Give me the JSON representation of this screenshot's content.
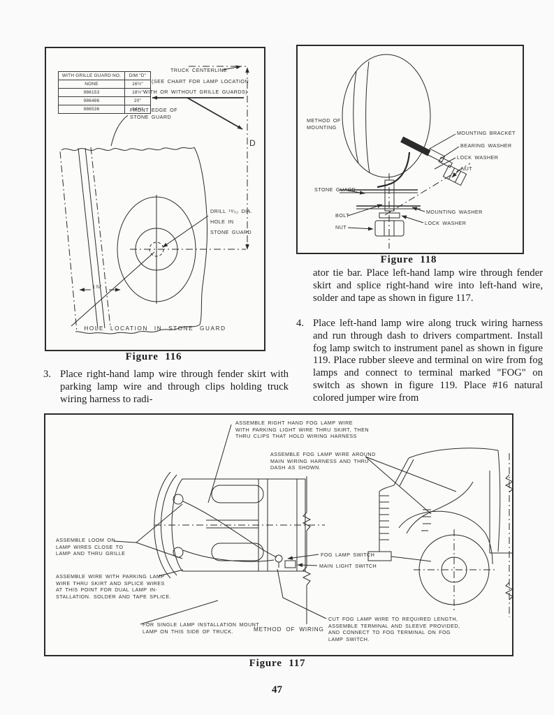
{
  "page": {
    "number": "47"
  },
  "body": {
    "item3": {
      "num": "3.",
      "text": "Place right-hand lamp wire through fender skirt with parking lamp wire and through clips holding truck wiring harness to radi-"
    },
    "cont": {
      "text": "ator tie bar. Place left-hand lamp wire through fender skirt and splice right-hand wire into left-hand wire, solder and tape as shown in figure 117."
    },
    "item4": {
      "num": "4.",
      "text": "Place left-hand lamp wire along truck wiring harness and run through dash to drivers compartment. Install fog lamp switch to instrument panel as shown in figure 119. Place rubber sleeve and terminal on wire from fog lamps and connect to terminal marked \"FOG\" on switch as shown in figure 119. Place #16 natural colored jumper wire from"
    }
  },
  "fig116": {
    "caption": "Figure 116",
    "inner_caption": "HOLE LOCATION IN STONE GUARD",
    "table": {
      "headers": [
        "WITH GRILLE GUARD NO.",
        "DIM \"D\""
      ],
      "rows": [
        [
          "NONE",
          "16½\""
        ],
        [
          "986153",
          "18½\""
        ],
        [
          "986486",
          "20\""
        ],
        [
          "986536",
          "14¾\""
        ]
      ]
    },
    "labels": {
      "truck_centerline": "TRUCK CENTERLINE",
      "see_chart_1": "(SEE CHART FOR LAMP LOCATION",
      "see_chart_2": "WITH OR WITHOUT GRILLE GUARDS)",
      "front_edge": [
        "FRONT EDGE OF",
        "STONE GUARD"
      ],
      "drill": [
        "DRILL ¹³⁄₃₂ DIA.",
        "HOLE IN",
        "STONE GUARD"
      ],
      "dim_d": "D",
      "dim_width": "1⅞\""
    }
  },
  "fig118": {
    "caption": "Figure 118",
    "labels": {
      "method": [
        "METHOD OF",
        "MOUNTING"
      ],
      "mounting_bracket": "MOUNTING BRACKET",
      "bearing_washer": "BEARING WASHER",
      "lock_washer_upper": "LOCK WASHER",
      "nut_upper": "NUT",
      "stone_guard": "STONE GUARD",
      "bolt": "BOLT",
      "nut_lower": "NUT",
      "mounting_washer": "MOUNTING WASHER",
      "lock_washer_lower": "LOCK WASHER"
    }
  },
  "fig117": {
    "caption": "Figure 117",
    "labels": {
      "right_hand_wire": [
        "ASSEMBLE RIGHT HAND FOG LAMP WIRE",
        "WITH PARKING LIGHT WIRE THRU SKIRT, THEN",
        "THRU CLIPS THAT HOLD WIRING HARNESS"
      ],
      "around_harness": [
        "ASSEMBLE FOG LAMP WIRE AROUND",
        "MAIN WIRING HARNESS AND THRU",
        "DASH AS SHOWN."
      ],
      "loom": [
        "ASSEMBLE LOOM ON",
        "LAMP WIRES CLOSE TO",
        "LAMP AND THRU GRILLE"
      ],
      "parking_splice": [
        "ASSEMBLE WIRE WITH PARKING LAMP",
        "WIRE THRU SKIRT AND SPLICE WIRES",
        "AT THIS POINT FOR DUAL LAMP IN-",
        "STALLATION. SOLDER AND TAPE SPLICE."
      ],
      "single_lamp": [
        "FOR SINGLE LAMP INSTALLATION MOUNT",
        "LAMP ON THIS SIDE OF TRUCK."
      ],
      "method_of_wiring": "METHOD OF WIRING",
      "fog_lamp_switch": "FOG LAMP SWITCH",
      "main_light_switch": "MAIN LIGHT SWITCH",
      "cut_wire": [
        "CUT FOG LAMP WIRE TO REQUIRED LENGTH,",
        "ASSEMBLE TERMINAL AND SLEEVE PROVIDED,",
        "AND CONNECT TO FOG TERMINAL ON FOG",
        "LAMP SWITCH."
      ]
    }
  }
}
